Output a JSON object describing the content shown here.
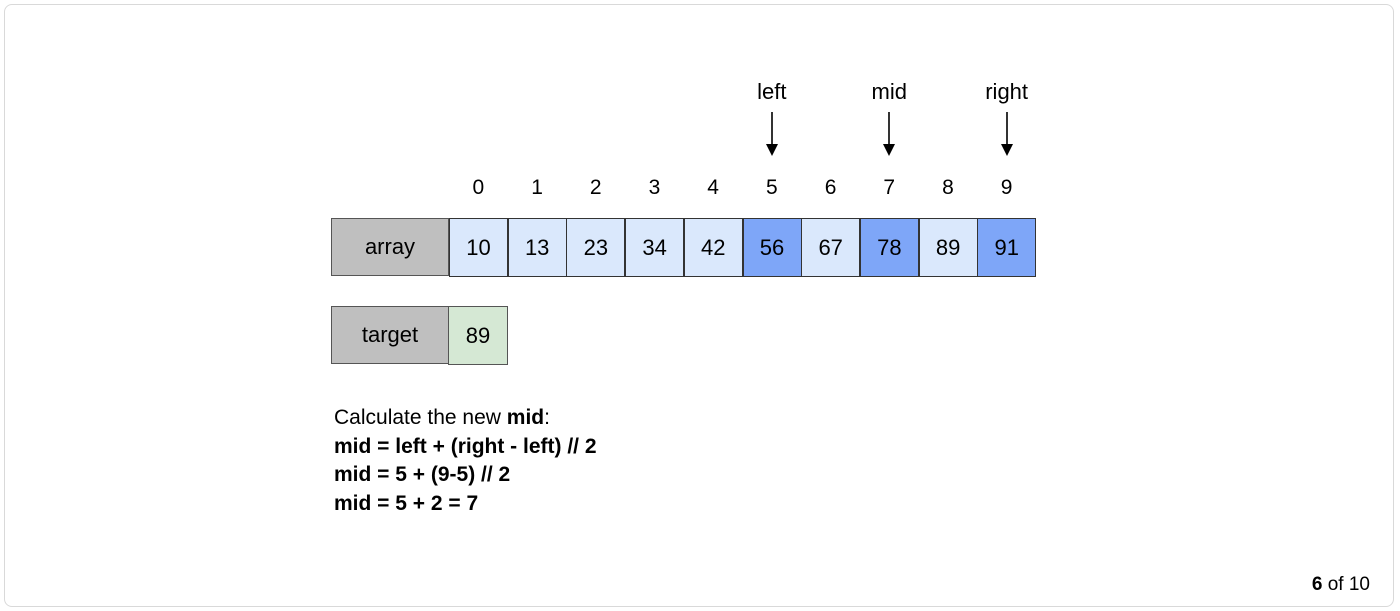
{
  "pointers": [
    {
      "label": "left",
      "index": 5
    },
    {
      "label": "mid",
      "index": 7
    },
    {
      "label": "right",
      "index": 9
    }
  ],
  "array": {
    "label": "array",
    "indices": [
      "0",
      "1",
      "2",
      "3",
      "4",
      "5",
      "6",
      "7",
      "8",
      "9"
    ],
    "values": [
      "10",
      "13",
      "23",
      "34",
      "42",
      "56",
      "67",
      "78",
      "89",
      "91"
    ],
    "highlighted": [
      5,
      7,
      9
    ]
  },
  "target": {
    "label": "target",
    "value": "89"
  },
  "explanation": {
    "intro_prefix": "Calculate the new ",
    "intro_bold": "mid",
    "intro_suffix": ":",
    "lines": [
      "mid = left + (right - left) // 2",
      "mid = 5 + (9-5) // 2",
      "mid = 5 + 2 = 7"
    ]
  },
  "pager": {
    "current": "6",
    "separator": " of ",
    "total": "10"
  },
  "colors": {
    "cell_fill": "#dae8fc",
    "highlight_fill": "#7ea6f8",
    "label_fill": "#bfbfbf",
    "target_fill": "#d5e8d4"
  }
}
